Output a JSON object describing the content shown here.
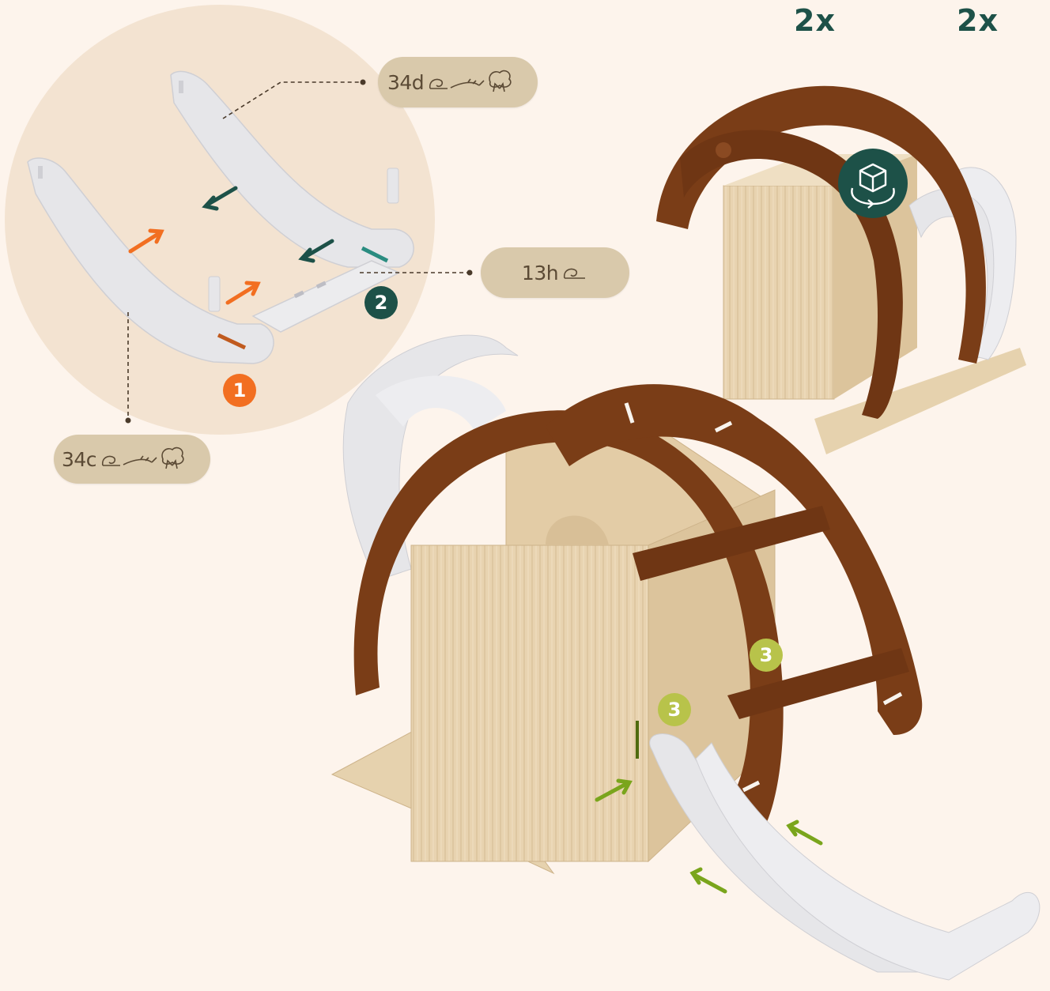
{
  "quantities": {
    "left": "2x",
    "right": "2x"
  },
  "labels": {
    "part_34d": "34d",
    "part_13h": "13h",
    "part_34c": "34c"
  },
  "steps": {
    "one": "1",
    "two": "2",
    "three_a": "3",
    "three_b": "3"
  },
  "icons": {
    "rotate_view": "rotate-3d-cube-icon",
    "snail": "snail-icon",
    "lizard": "lizard-icon",
    "tree": "tree-icon"
  },
  "colors": {
    "background": "#fdf4ec",
    "detail_circle": "#f3e3d1",
    "step1": "#f26f21",
    "step2": "#1d5148",
    "step3": "#b8c34a",
    "accent_teal": "#2a8c80",
    "arrow_green": "#7aa51c",
    "wood": "#e8d3b0",
    "dark_wood": "#7a3d17",
    "white_part": "#e6e6e9",
    "label_bg": "#d9c9ab"
  }
}
